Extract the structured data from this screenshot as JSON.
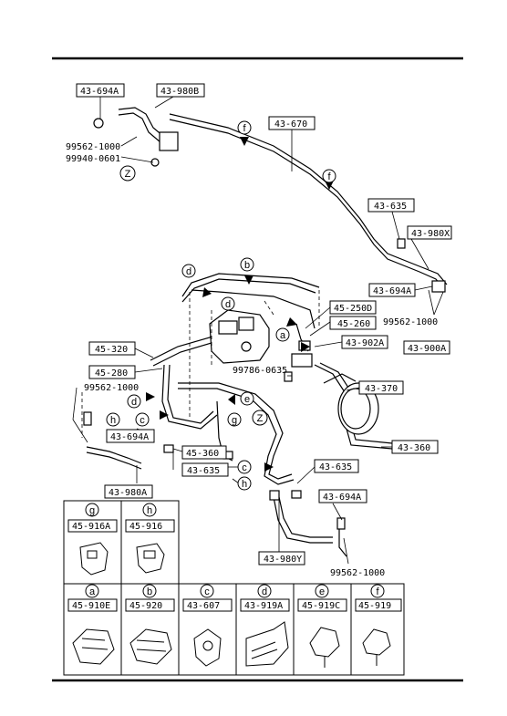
{
  "labels": {
    "l_43_694A_top": "43-694A",
    "l_43_980B": "43-980B",
    "l_43_670": "43-670",
    "l_99562_a": "99562-1000",
    "l_99940": "99940-0601",
    "l_43_635_top": "43-635",
    "l_43_980X": "43-980X",
    "l_43_694A_mid": "43-694A",
    "l_45_250D": "45-250D",
    "l_45_260": "45-260",
    "l_99562_b": "99562-1000",
    "l_43_902A": "43-902A",
    "l_43_900A": "43-900A",
    "l_45_320": "45-320",
    "l_45_280": "45-280",
    "l_99786": "99786-0635",
    "l_43_370": "43-370",
    "l_99562_c": "99562-1000",
    "l_43_694A_left": "43-694A",
    "l_45_360": "45-360",
    "l_43_360": "43-360",
    "l_43_635_left": "43-635",
    "l_43_635_right": "43-635",
    "l_43_980A": "43-980A",
    "l_43_694A_low": "43-694A",
    "l_43_980Y": "43-980Y",
    "l_99562_d": "99562-1000"
  },
  "letters": {
    "f1": "f",
    "f2": "f",
    "Z1": "Z",
    "b1": "b",
    "d1": "d",
    "d2": "d",
    "a1": "a",
    "d3": "d",
    "c1": "c",
    "h1": "h",
    "e1": "e",
    "g1": "g",
    "Z2": "Z",
    "c2": "c",
    "h2": "h"
  },
  "legend": {
    "row1": [
      {
        "letter": "g",
        "part": "45-916A"
      },
      {
        "letter": "h",
        "part": "45-916"
      }
    ],
    "row2": [
      {
        "letter": "a",
        "part": "45-910E"
      },
      {
        "letter": "b",
        "part": "45-920"
      },
      {
        "letter": "c",
        "part": "43-607"
      },
      {
        "letter": "d",
        "part": "43-919A"
      },
      {
        "letter": "e",
        "part": "45-919C"
      },
      {
        "letter": "f",
        "part": "45-919"
      }
    ]
  }
}
